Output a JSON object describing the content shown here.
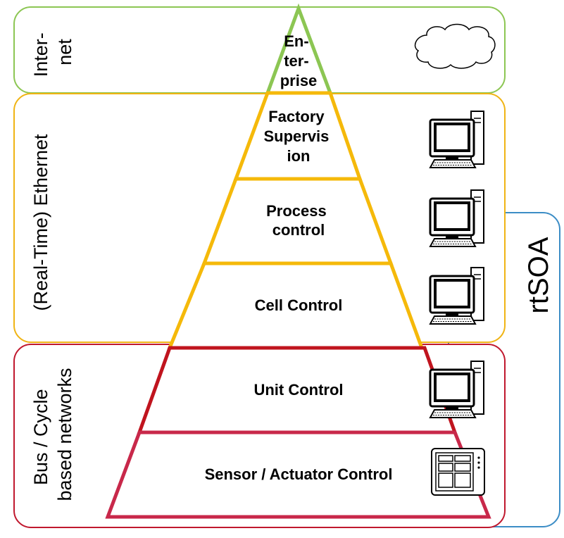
{
  "zones": {
    "internet": {
      "label_lines": [
        "Inter-",
        "net"
      ],
      "color": "#8cc653"
    },
    "ethernet": {
      "label": "(Real-Time) Ethernet",
      "color": "#f0b414"
    },
    "bus": {
      "label_lines": [
        "Bus / Cycle",
        "based networks"
      ],
      "color": "#c0182e"
    },
    "rtsoa": {
      "label": "rtSOA",
      "color": "#3c8dc6"
    }
  },
  "levels": {
    "enterprise": {
      "lines": [
        "En-",
        "ter-",
        "prise"
      ],
      "color": "#8cc653"
    },
    "factory_supervision": {
      "lines": [
        "Factory",
        "Supervis",
        "ion"
      ],
      "color": "#f5b90a"
    },
    "process_control": {
      "lines": [
        "Process",
        "control"
      ],
      "color": "#f5b90a"
    },
    "cell_control": {
      "label": "Cell Control",
      "color": "#f5b90a"
    },
    "unit_control": {
      "label": "Unit Control",
      "color": "#c0141e"
    },
    "sensor_actuator_control": {
      "label": "Sensor / Actuator Control",
      "color": "#c8284a"
    }
  },
  "icons": [
    "cloud-icon",
    "computer-icon",
    "computer-icon",
    "computer-icon",
    "computer-icon",
    "control-panel-icon"
  ]
}
